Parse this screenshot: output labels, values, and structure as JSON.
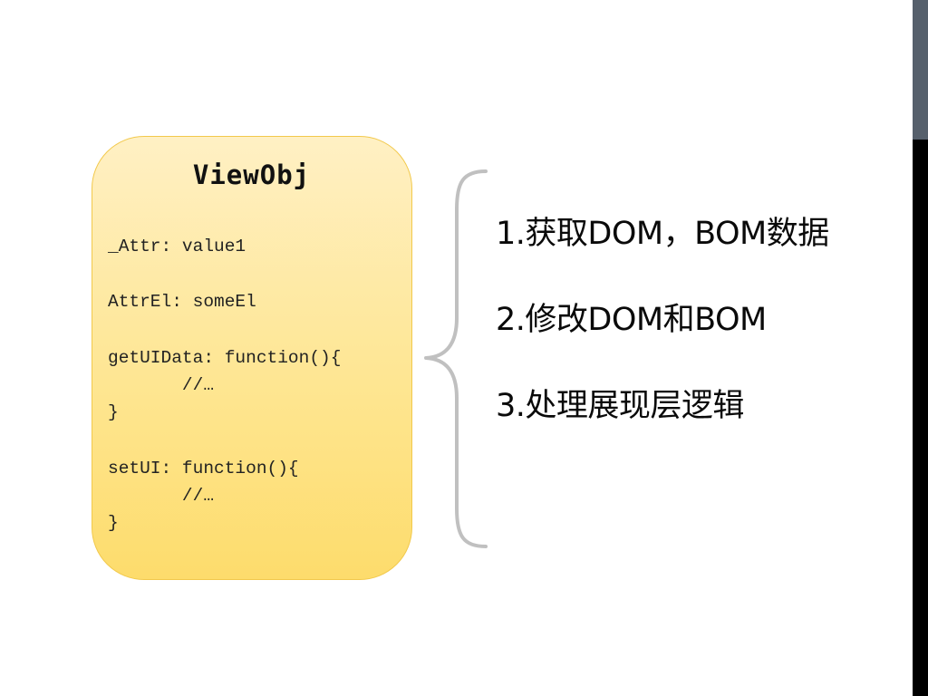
{
  "card": {
    "title": "ViewObj",
    "lines": [
      "_Attr: value1",
      "AttrEl: someEl",
      "getUIData: function(){",
      "       //…",
      "}",
      "setUI: function(){",
      "       //…",
      "}"
    ]
  },
  "list": {
    "items": [
      "1.获取DOM，BOM数据",
      "2.修改DOM和BOM",
      "3.处理展现层逻辑"
    ]
  },
  "colors": {
    "card_fill_top": "#fff0c4",
    "card_fill_bottom": "#fddc6c",
    "card_border": "#f2c94c",
    "brace": "#c0c0c0",
    "side_bar_top": "#56606c",
    "side_bar_bottom": "#000000"
  }
}
